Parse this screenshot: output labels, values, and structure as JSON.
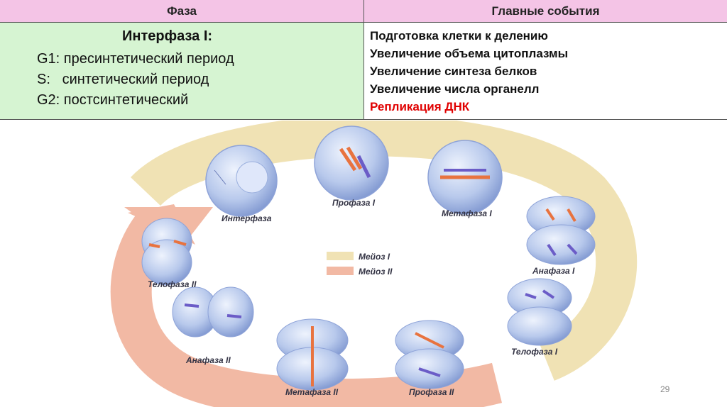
{
  "table": {
    "header_phase": "Фаза",
    "header_events": "Главные события",
    "phase": {
      "title": "Интерфаза I:",
      "lines": [
        "G1: пресинтетический период",
        "S:   синтетический период",
        "G2: постсинтетический"
      ]
    },
    "events": [
      "Подготовка клетки к делению",
      "Увеличение объема цитоплазмы",
      "Увеличение синтеза белков",
      "Увеличение числа органелл",
      "Репликация ДНК"
    ],
    "highlight_color": "#e00000"
  },
  "diagram": {
    "legend": [
      "Мейоз I",
      "Мейоз II"
    ],
    "legend_colors": [
      "#f0e2b4",
      "#f2b9a4"
    ],
    "stages": [
      "Интерфаза",
      "Профаза I",
      "Метафаза I",
      "Анафаза I",
      "Телофаза I",
      "Профаза II",
      "Метафаза II",
      "Анафаза II",
      "Телофаза II"
    ]
  },
  "page_number": "29"
}
